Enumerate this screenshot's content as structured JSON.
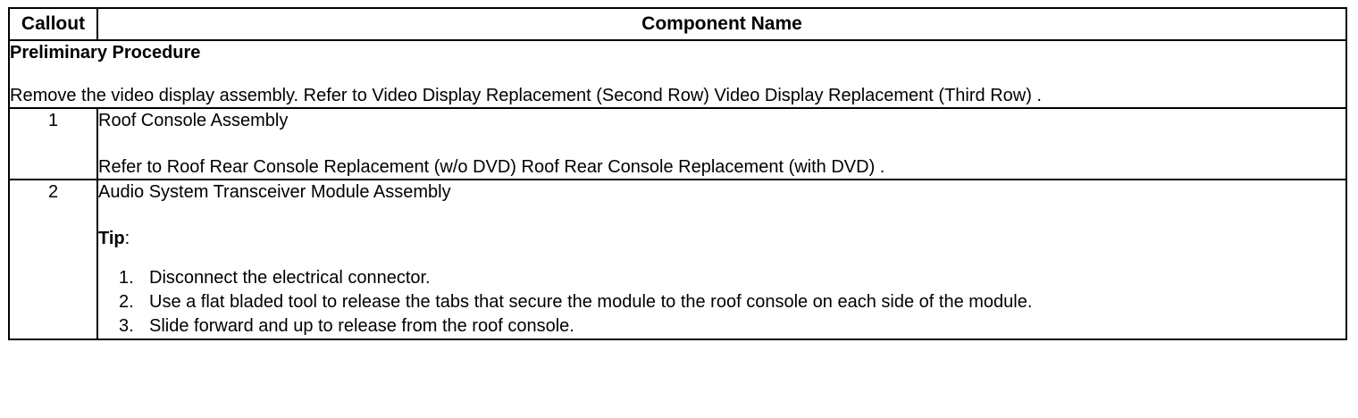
{
  "table": {
    "headers": {
      "callout": "Callout",
      "component_name": "Component Name"
    },
    "preliminary": {
      "title": "Preliminary Procedure",
      "text": "Remove the video display assembly. Refer to Video Display Replacement (Second Row) Video Display Replacement (Third Row) ."
    },
    "rows": [
      {
        "callout": "1",
        "title": "Roof Console Assembly",
        "refer": "Refer to Roof Rear Console Replacement (w/o DVD) Roof Rear Console Replacement (with DVD) ."
      },
      {
        "callout": "2",
        "title": "Audio System Transceiver Module Assembly",
        "tip_word": "Tip",
        "tip_colon": ":",
        "steps": [
          "Disconnect the electrical connector.",
          "Use a flat bladed tool to release the tabs that secure the module to the roof console on each side of the module.",
          "Slide forward and up to release from the roof console."
        ]
      }
    ]
  },
  "colors": {
    "border": "#000000",
    "text": "#000000",
    "background": "#ffffff"
  }
}
